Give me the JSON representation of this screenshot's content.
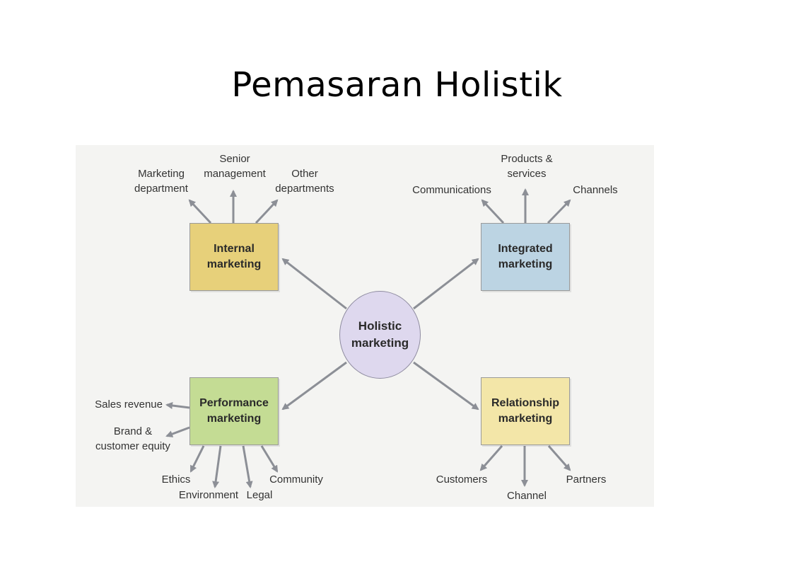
{
  "title": "Pemasaran Holistik",
  "colors": {
    "panel": "#f4f4f2",
    "internal": "#e7d07a",
    "integrated": "#bcd4e3",
    "performance": "#c4dc94",
    "relationship": "#f3e6a8",
    "hub": "#ded8ee",
    "arrow": "#8c8f96"
  },
  "hub": {
    "label": "Holistic\nmarketing"
  },
  "internal": {
    "label": "Internal\nmarketing",
    "outputs": [
      "Marketing\ndepartment",
      "Senior\nmanagement",
      "Other\ndepartments"
    ]
  },
  "integrated": {
    "label": "Integrated\nmarketing",
    "outputs": [
      "Communications",
      "Products &\nservices",
      "Channels"
    ]
  },
  "performance": {
    "label": "Performance\nmarketing",
    "outputs": [
      "Sales revenue",
      "Brand &\ncustomer equity",
      "Ethics",
      "Environment",
      "Legal",
      "Community"
    ]
  },
  "relationship": {
    "label": "Relationship\nmarketing",
    "outputs": [
      "Customers",
      "Channel",
      "Partners"
    ]
  }
}
